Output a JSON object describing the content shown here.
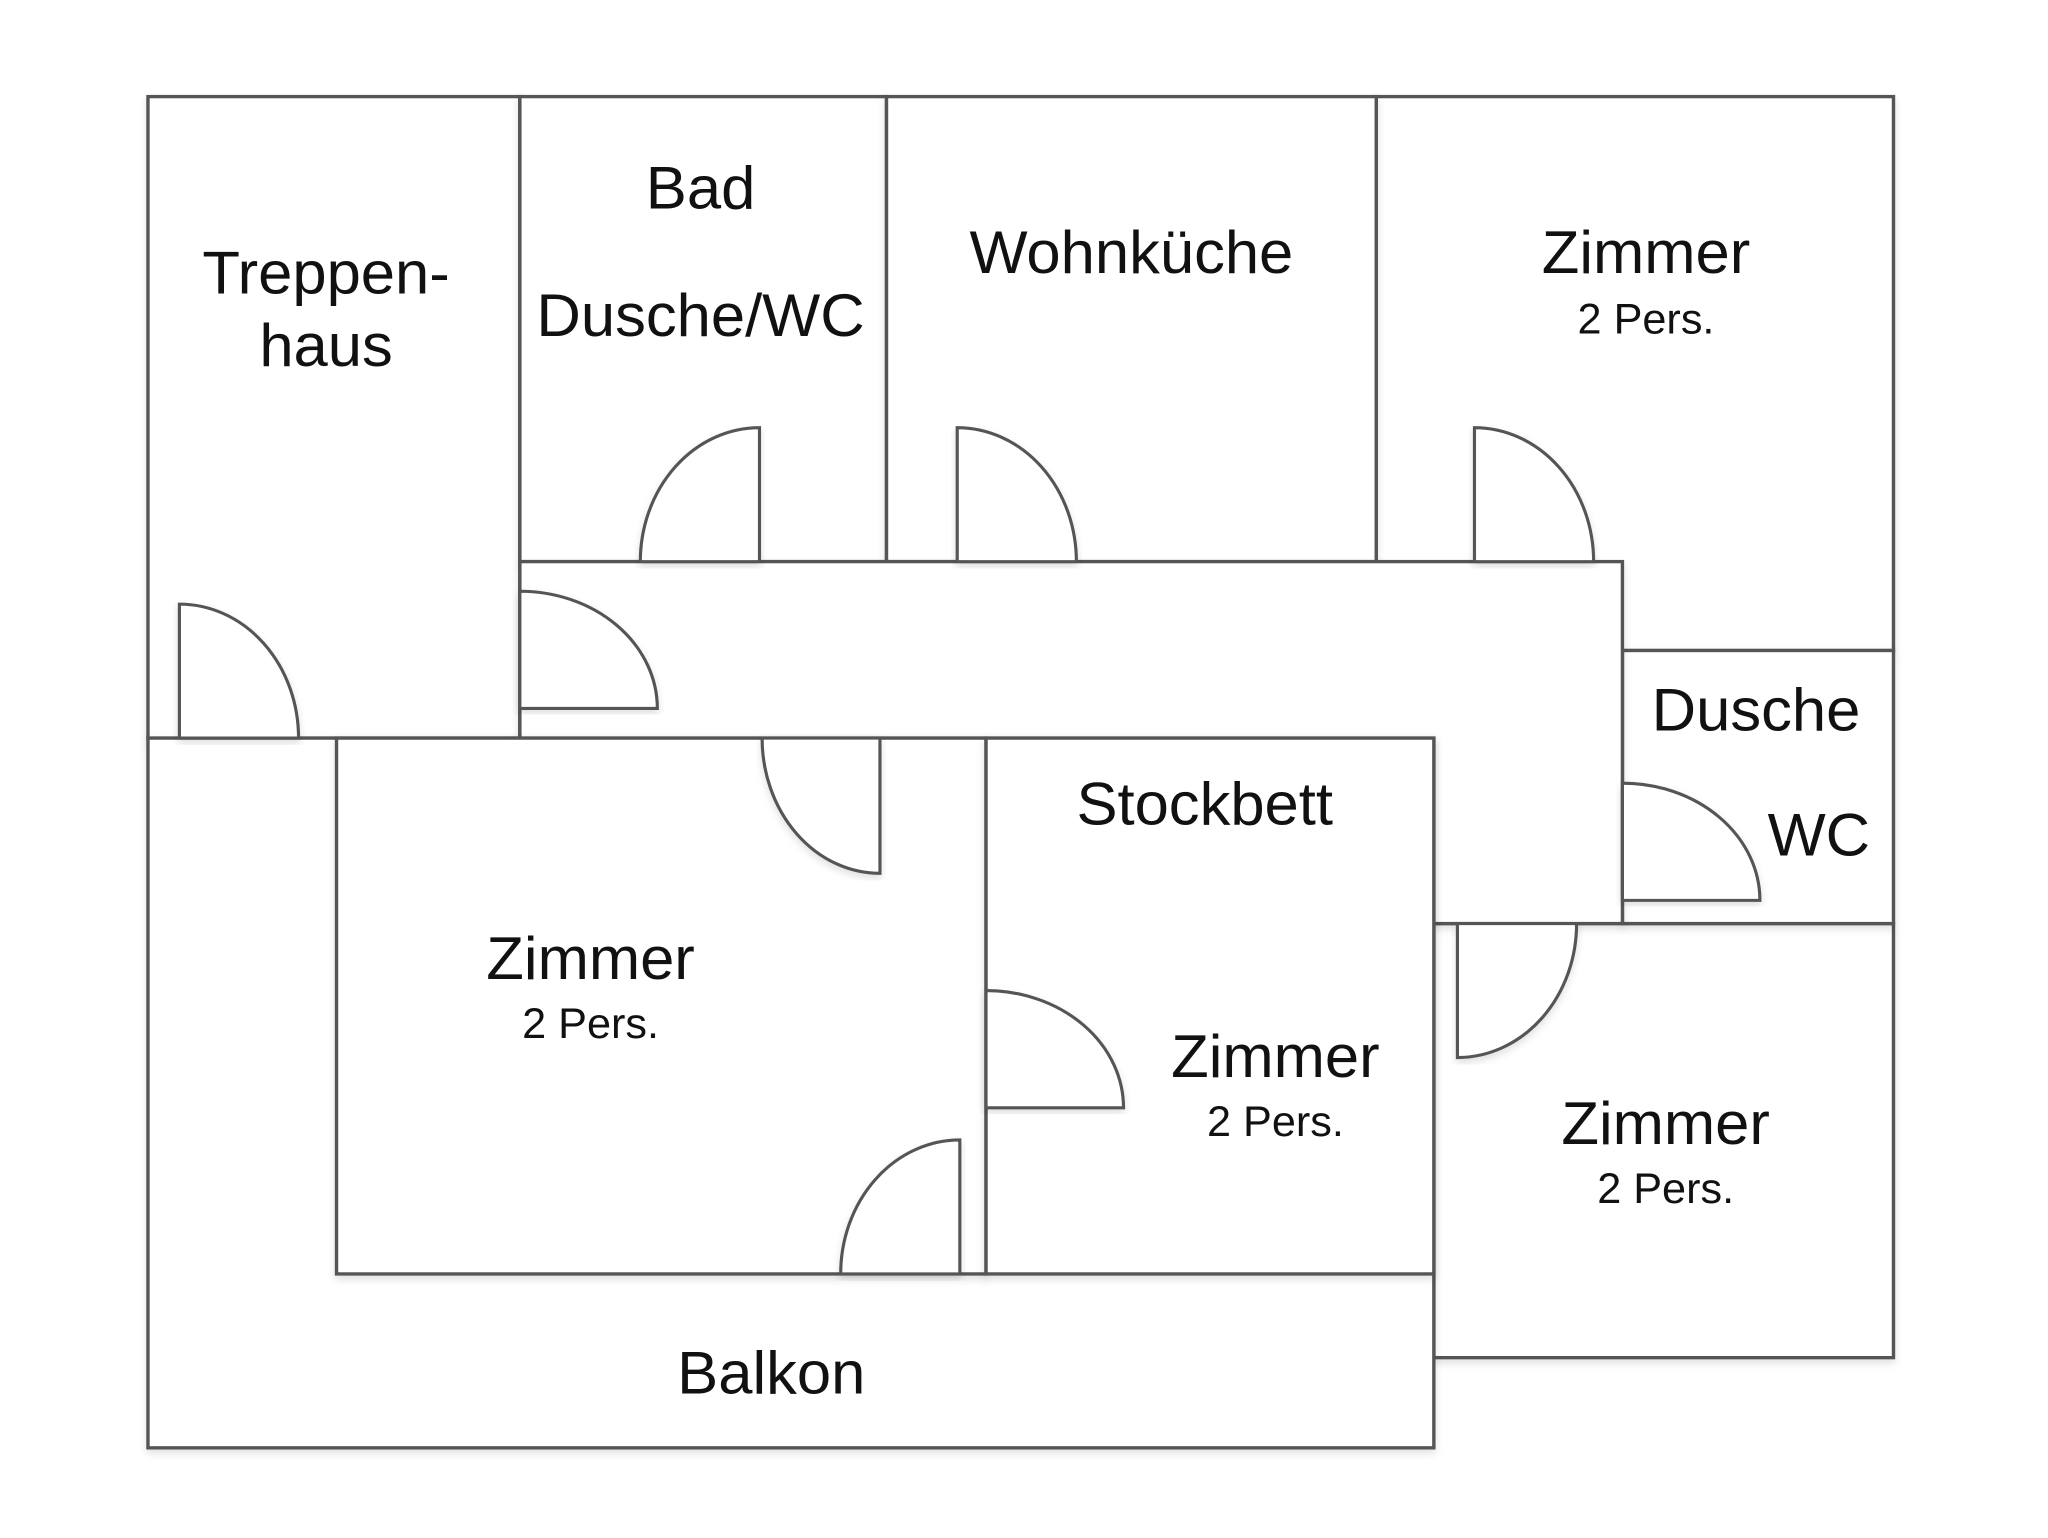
{
  "floorplan": {
    "rooms": {
      "treppenhaus": {
        "line1": "Treppen-",
        "line2": "haus"
      },
      "bad": {
        "line1": "Bad",
        "line2": "Dusche/WC"
      },
      "wohnkueche": {
        "name": "Wohnküche"
      },
      "zimmer_top_right": {
        "name": "Zimmer",
        "capacity": "2 Pers."
      },
      "dusche_wc": {
        "line1": "Dusche",
        "line2": "WC"
      },
      "zimmer_middle_left": {
        "name": "Zimmer",
        "capacity": "2 Pers."
      },
      "zimmer_stockbett": {
        "note": "Stockbett",
        "name": "Zimmer",
        "capacity": "2 Pers."
      },
      "zimmer_bottom_right": {
        "name": "Zimmer",
        "capacity": "2 Pers."
      },
      "balkon": {
        "name": "Balkon"
      }
    },
    "colors": {
      "wall": "#555555",
      "text": "#111111",
      "background": "#ffffff"
    }
  }
}
